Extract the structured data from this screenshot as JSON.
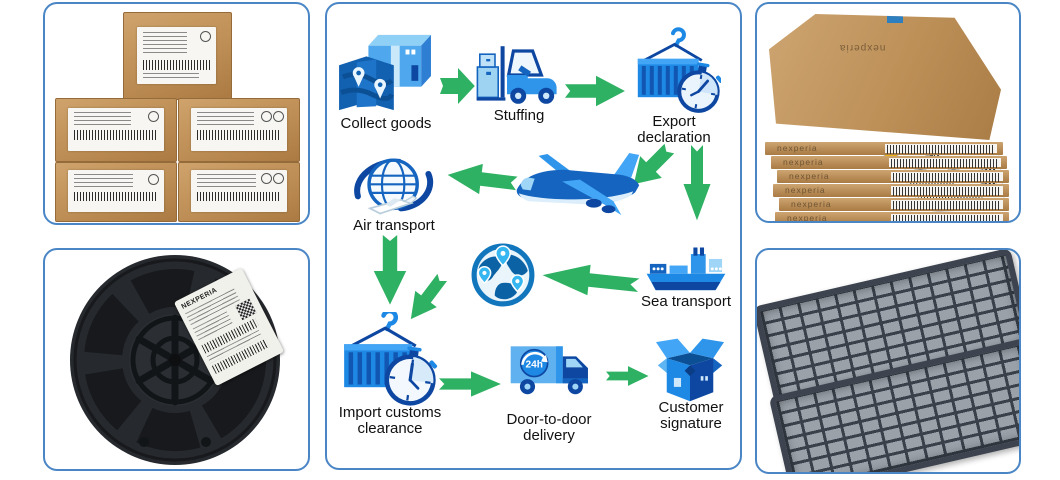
{
  "colors": {
    "panel_border": "#4a86c6",
    "arrow_green": "#2eb163",
    "icon_blue": "#1e88e5",
    "icon_dark_blue": "#0d47a1",
    "icon_light_blue": "#9fd6f7",
    "label_text": "#111111",
    "cardboard": "#bd8e55",
    "tray_gray": "#9aa1a9"
  },
  "flow": {
    "nodes": {
      "collect_goods": {
        "label": "Collect goods",
        "icon": "map-package-icon"
      },
      "stuffing": {
        "label": "Stuffing",
        "icon": "forklift-icon"
      },
      "export_declaration": {
        "label": "Export declaration",
        "icon": "container-stopwatch-icon"
      },
      "air_transport": {
        "label": "Air transport",
        "icon": "globe-plane-icon"
      },
      "airplane": {
        "icon": "cargo-plane-icon"
      },
      "sea_transport": {
        "label": "Sea transport",
        "icon": "cargo-ship-icon"
      },
      "world_destinations": {
        "icon": "globe-pins-icon"
      },
      "import_customs": {
        "label": "Import customs clearance",
        "icon": "container-clock-icon"
      },
      "door_to_door": {
        "label": "Door-to-door delivery",
        "icon": "delivery-truck-icon",
        "badge": "24h"
      },
      "customer_signature": {
        "label": "Customer signature",
        "icon": "open-carton-icon"
      }
    },
    "arrows": [
      {
        "from": "collect_goods",
        "to": "stuffing"
      },
      {
        "from": "stuffing",
        "to": "export_declaration"
      },
      {
        "from": "export_declaration",
        "to": "airplane"
      },
      {
        "from": "export_declaration",
        "to": "sea_transport"
      },
      {
        "from": "airplane",
        "to": "air_transport"
      },
      {
        "from": "air_transport",
        "to": "import_customs"
      },
      {
        "from": "sea_transport",
        "to": "world_destinations"
      },
      {
        "from": "world_destinations",
        "to": "import_customs"
      },
      {
        "from": "import_customs",
        "to": "door_to_door"
      },
      {
        "from": "door_to_door",
        "to": "customer_signature"
      }
    ]
  },
  "photos": {
    "carton_boxes": {
      "box_count": 5
    },
    "tape_reel": {
      "label_brand": "NEXPERIA"
    },
    "carton_stack": {
      "side_brand": "nexperia",
      "visible_layers": 7,
      "top_label_brand": "NEXPERIA"
    },
    "chip_trays": {
      "tray_count": 2
    }
  }
}
